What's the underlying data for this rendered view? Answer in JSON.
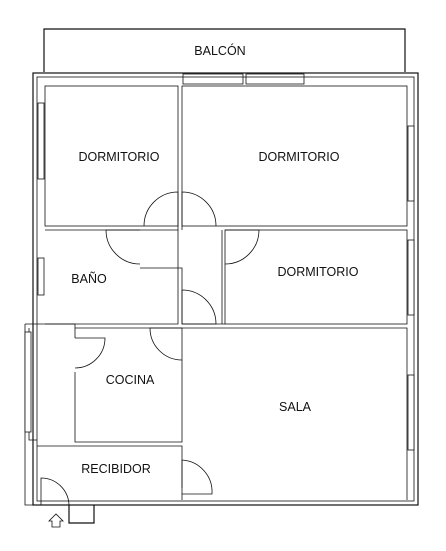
{
  "rooms": {
    "balcon": "BALCÓN",
    "dormitorio_1": "DORMITORIO",
    "dormitorio_2": "DORMITORIO",
    "dormitorio_3": "DORMITORIO",
    "bano": "BAÑO",
    "cocina": "COCINA",
    "sala": "SALA",
    "recibidor": "RECIBIDOR"
  },
  "entrance_icon": "entrance-arrow-icon"
}
